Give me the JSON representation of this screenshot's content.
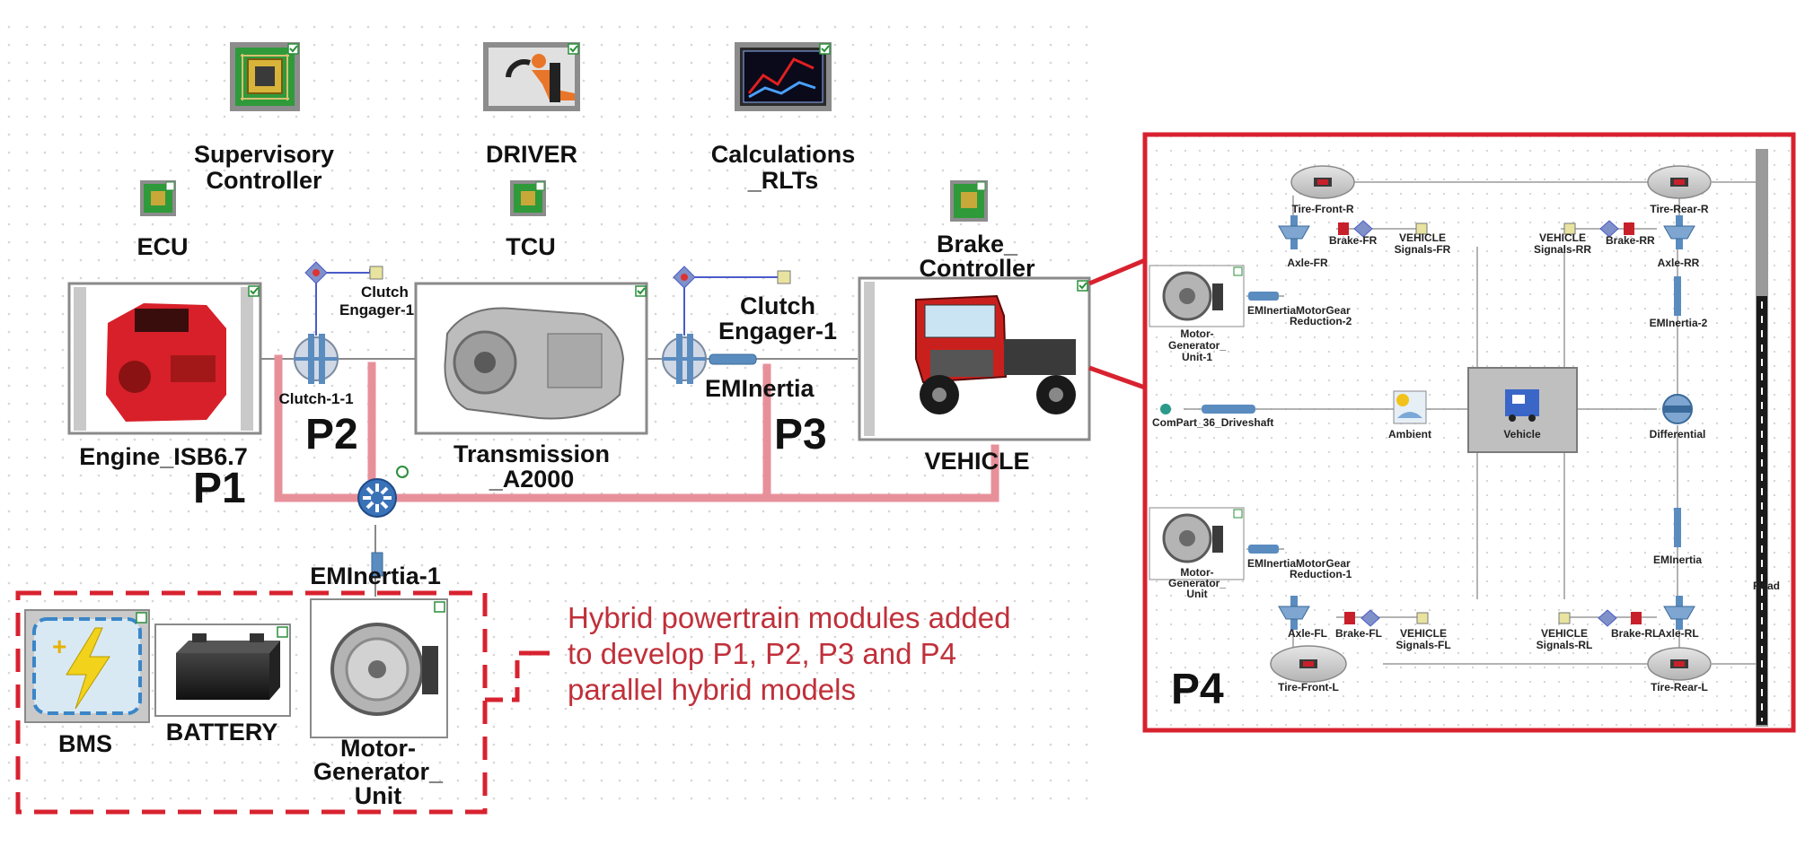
{
  "colors": {
    "accent_red": "#d8222f",
    "pink_link": "#e8909a",
    "note_red": "#c0303a",
    "shaft_blue": "#5a8cc0"
  },
  "labels": {
    "supervisory": [
      "Supervisory",
      "Controller"
    ],
    "driver": "DRIVER",
    "calc": [
      "Calculations",
      "_RLTs"
    ],
    "ecu": "ECU",
    "tcu": "TCU",
    "brake_ctrl": [
      "Brake_",
      "Controller"
    ],
    "clutch_small": [
      "Clutch",
      "Engager-1"
    ],
    "clutch_big": [
      "Clutch",
      "Engager-1"
    ],
    "clutch11": "Clutch-1-1",
    "eminertia": "EMInertia",
    "engine": "Engine_ISB6.7",
    "transmission": [
      "Transmission",
      "_A2000"
    ],
    "vehicle": "VEHICLE",
    "eminertia1": "EMInertia-1",
    "bms": "BMS",
    "battery": "BATTERY",
    "mgu": [
      "Motor-",
      "Generator_",
      "Unit"
    ],
    "p1": "P1",
    "p2": "P2",
    "p3": "P3",
    "p4": "P4"
  },
  "note": [
    "Hybrid powertrain modules added",
    "to develop P1, P2, P3 and P4",
    "parallel hybrid models"
  ],
  "p4": {
    "tire_fr": "Tire-Front-R",
    "tire_rr": "Tire-Rear-R",
    "brake_fr": "Brake-FR",
    "veh_sig_fr": [
      "VEHICLE",
      "Signals-FR"
    ],
    "veh_sig_rr": [
      "VEHICLE",
      "Signals-RR"
    ],
    "brake_rr": "Brake-RR",
    "axle_fr": "Axle-FR",
    "axle_rr": "Axle-RR",
    "emi_gear2": [
      "EMInertiaMotorGear",
      "Reduction-2"
    ],
    "mgu1": [
      "Motor-",
      "Generator_",
      "Unit-1"
    ],
    "eminertia2": "EMInertia-2",
    "compart": "ComPart_36_Driveshaft",
    "ambient": "Ambient",
    "vehicle": "Vehicle",
    "differential": "Differential",
    "emi_gear1": [
      "EMInertiaMotorGear",
      "Reduction-1"
    ],
    "mgu2": [
      "Motor-",
      "Generator_",
      "Unit"
    ],
    "eminertia": "EMInertia",
    "road": "Road",
    "axle_fl": "Axle-FL",
    "brake_fl": "Brake-FL",
    "veh_sig_fl": [
      "VEHICLE",
      "Signals-FL"
    ],
    "veh_sig_rl": [
      "VEHICLE",
      "Signals-RL"
    ],
    "brake_rl": "Brake-RL",
    "axle_rl": "Axle-RL",
    "tire_fl": "Tire-Front-L",
    "tire_rl": "Tire-Rear-L"
  }
}
